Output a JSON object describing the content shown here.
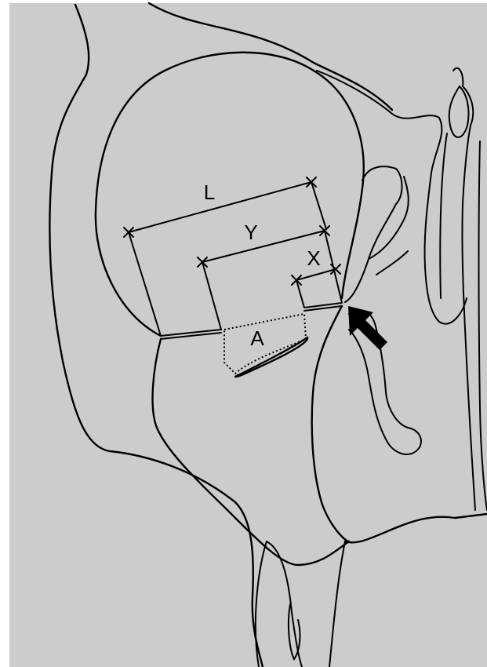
{
  "colors": {
    "background": "#cccccc",
    "lines": "#000000"
  },
  "labels": {
    "L": "L",
    "Y": "Y",
    "X": "X",
    "A": "A"
  },
  "icons": {
    "pointer": "arrow-icon"
  }
}
